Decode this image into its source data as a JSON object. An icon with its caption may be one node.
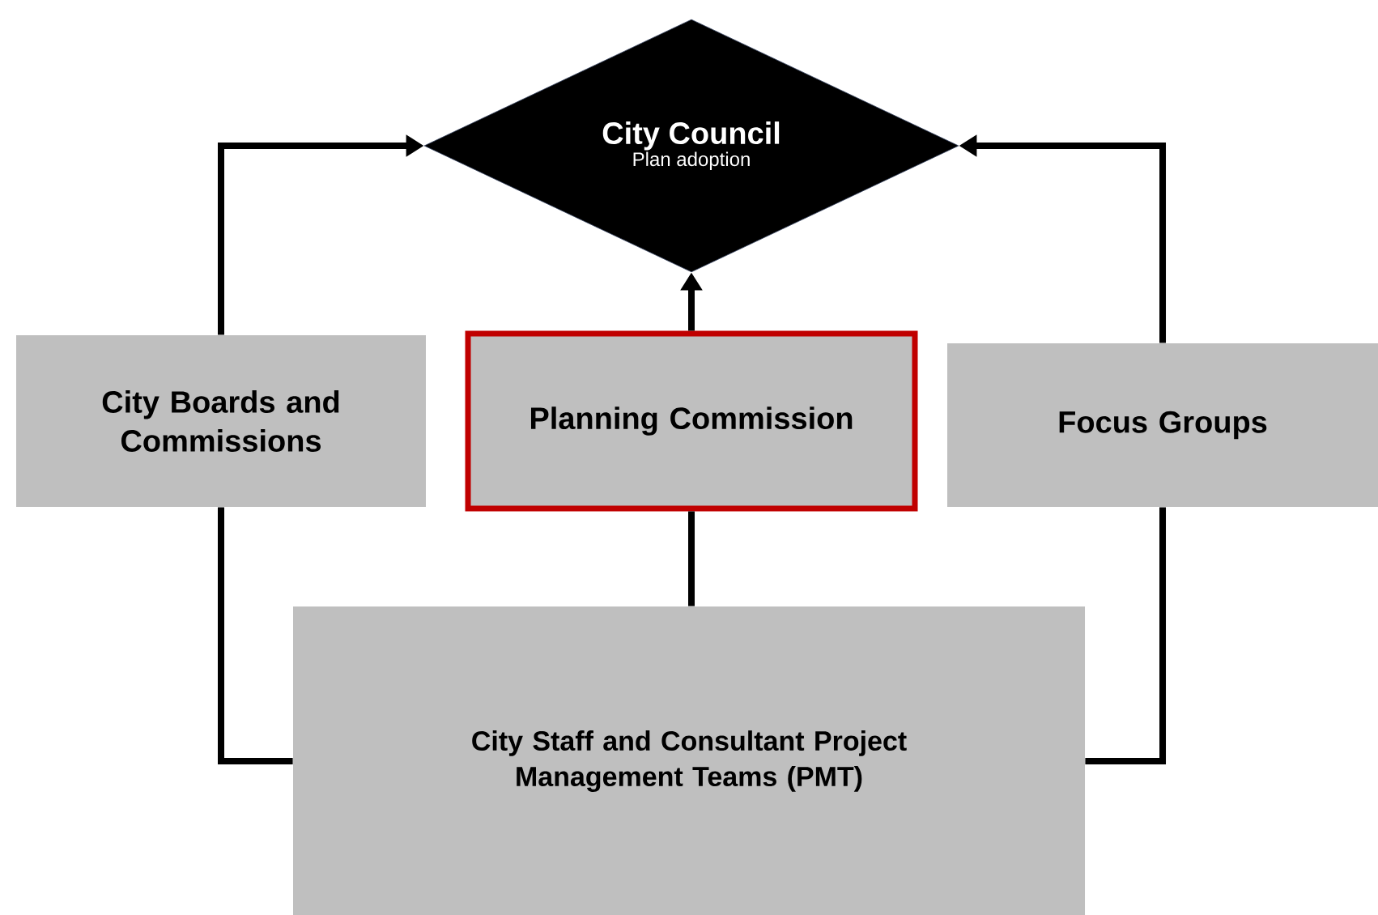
{
  "diagram": {
    "nodes": [
      {
        "text": [
          "City Council",
          "Plan adoption"
        ]
      },
      {
        "text": [
          "City Boards and Commissions"
        ]
      },
      {
        "text": [
          "Planning Commission"
        ]
      },
      {
        "text": [
          "Focus Groups"
        ]
      },
      {
        "text": [
          "City Staff and Consultant Project Management Teams (PMT)"
        ]
      }
    ],
    "edges": [
      {
        "from": 4,
        "to": 1,
        "arrow": "none"
      },
      {
        "from": 1,
        "to": 0,
        "arrow": "to"
      },
      {
        "from": 4,
        "to": 2,
        "arrow": "none"
      },
      {
        "from": 2,
        "to": 0,
        "arrow": "to"
      },
      {
        "from": 4,
        "to": 3,
        "arrow": "none"
      },
      {
        "from": 3,
        "to": 0,
        "arrow": "to"
      }
    ]
  }
}
